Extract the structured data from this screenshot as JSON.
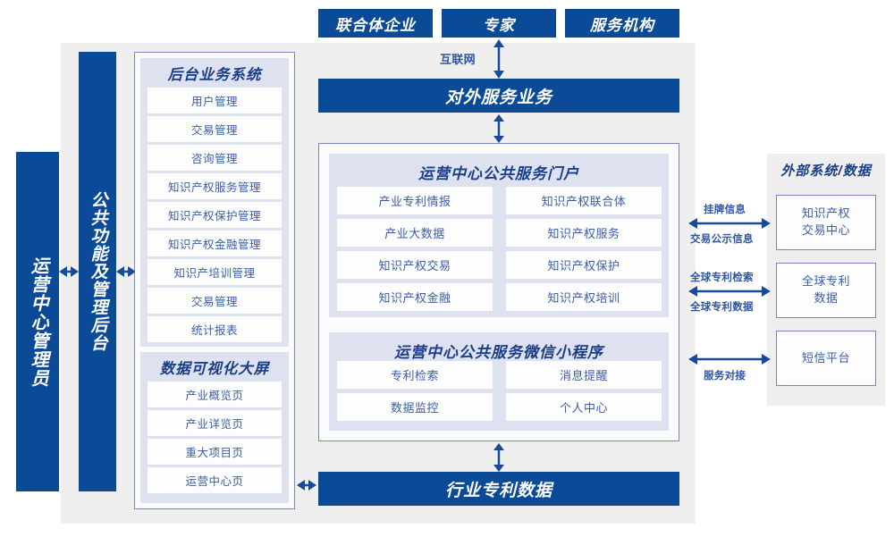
{
  "top_actors": [
    {
      "label": "联合体企业"
    },
    {
      "label": "专家"
    },
    {
      "label": "服务机构"
    }
  ],
  "internet_label": "互联网",
  "external_service_bar": {
    "label": "对外服务业务"
  },
  "left_rail": {
    "admin": {
      "label": "运营中心管理员"
    },
    "common_backend": {
      "label": "公共功能及管理后台"
    }
  },
  "backend_system": {
    "title": "后台业务系统",
    "items": [
      "用户管理",
      "交易管理",
      "咨询管理",
      "知识产权服务管理",
      "知识产权保护管理",
      "知识产权金融管理",
      "知识产培训管理",
      "交易管理",
      "统计报表"
    ]
  },
  "data_screen": {
    "title": "数据可视化大屏",
    "items": [
      "产业概览页",
      "产业详览页",
      "重大项目页",
      "运营中心页"
    ]
  },
  "portal": {
    "title": "运营中心公共服务门户",
    "items_left": [
      "产业专利情报",
      "产业大数据",
      "知识产权交易",
      "知识产权金融"
    ],
    "items_right": [
      "知识产权联合体",
      "知识产权服务",
      "知识产权保护",
      "知识产权培训"
    ]
  },
  "miniprogram": {
    "title": "运营中心公共服务微信小程序",
    "items_left": [
      "专利检索",
      "数据监控"
    ],
    "items_right": [
      "消息提醒",
      "个人中心"
    ]
  },
  "industry_data_bar": {
    "label": "行业专利数据"
  },
  "external": {
    "title": "外部系统/数据",
    "boxes": [
      {
        "label": "知识产权\n交易中心"
      },
      {
        "label": "全球专利\n数据"
      },
      {
        "label": "短信平台"
      }
    ],
    "link_labels": [
      {
        "above": "挂牌信息",
        "below": "交易公示信息"
      },
      {
        "above": "全球专利检索",
        "below": "全球专利数据"
      },
      {
        "above": "",
        "below": "服务对接"
      }
    ]
  },
  "colors": {
    "navy": "#0A4A96",
    "panel_gray": "#EFEFEF",
    "panel_lavender": "#DEE2F0",
    "border_blue": "#7B86B8",
    "text_blue": "#3B5DA8",
    "title_blue": "#1B3E86",
    "arrow_blue": "#184A9C"
  }
}
